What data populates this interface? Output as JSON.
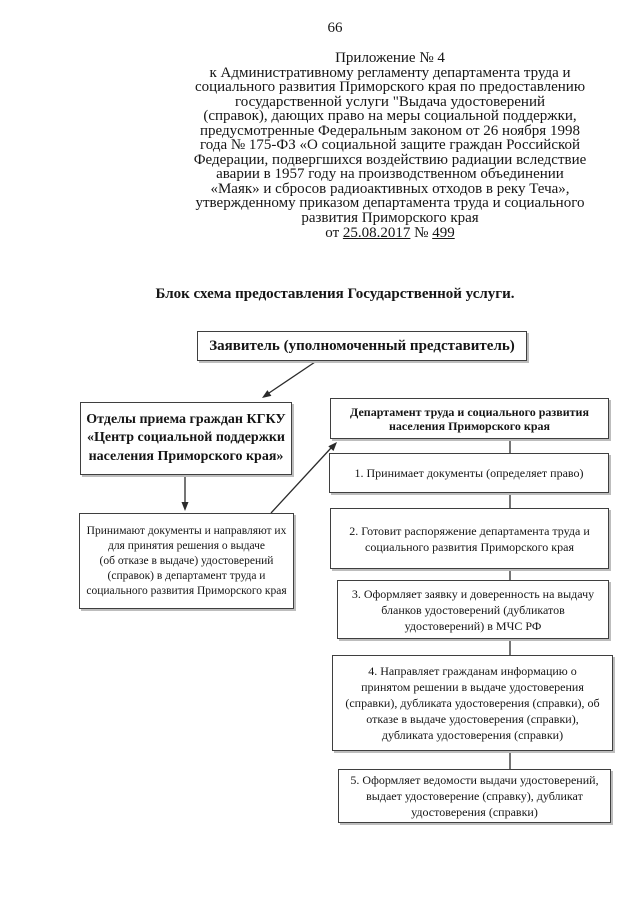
{
  "page": {
    "number": "66",
    "title": "Блок схема предоставления Государственной услуги."
  },
  "header": {
    "lines": [
      "Приложение № 4",
      "к Административному регламенту департамента труда и",
      "социального развития Приморского края по предоставлению",
      "государственной услуги \"Выдача удостоверений",
      "(справок), дающих право на меры социальной поддержки,",
      "предусмотренные Федеральным законом от 26 ноября 1998",
      "года № 175-ФЗ «О социальной защите граждан Российской",
      "Федерации, подвергшихся воздействию радиации вследствие",
      "аварии в 1957 году на производственном объединении",
      "«Маяк» и сбросов радиоактивных отходов в реку Теча»,",
      "утвержденному приказом департамента труда и социального",
      "развития Приморского края"
    ],
    "approval": {
      "prefix": "от ",
      "date": "25.08.2017",
      "mid": " № ",
      "number": "499"
    }
  },
  "flowchart": {
    "applicant": "Заявитель (уполномоченный представитель)",
    "kgku": "Отделы приема граждан КГКУ\n«Центр социальной поддержки\nнаселения Приморского края»",
    "kgku_action": "Принимают документы и направляют их\nдля принятия решения о выдаче\n(об отказе в выдаче) удостоверений\n(справок) в департамент труда и\nсоциального развития Приморского края",
    "department": "Департамент труда и социального развития\nнаселения Приморского края",
    "steps": [
      "1. Принимает документы (определяет право)",
      "2. Готовит распоряжение департамента труда и\nсоциального развития Приморского края",
      "3. Оформляет заявку и доверенность на выдачу\nбланков удостоверений (дубликатов\nудостоверений) в МЧС РФ",
      "4. Направляет гражданам информацию о\nпринятом решении в выдаче удостоверения\n(справки), дубликата удостоверения (справки), об\nотказе в выдаче удостоверения (справки),\nдубликата удостоверения (справки)",
      "5. Оформляет ведомости выдачи удостоверений,\nвыдает удостоверение (справку), дубликат\nудостоверения (справки)"
    ]
  },
  "colors": {
    "text": "#151515",
    "box_border": "#3f3f3f",
    "box_shadow": "#bdbdbd",
    "background": "#ffffff"
  }
}
